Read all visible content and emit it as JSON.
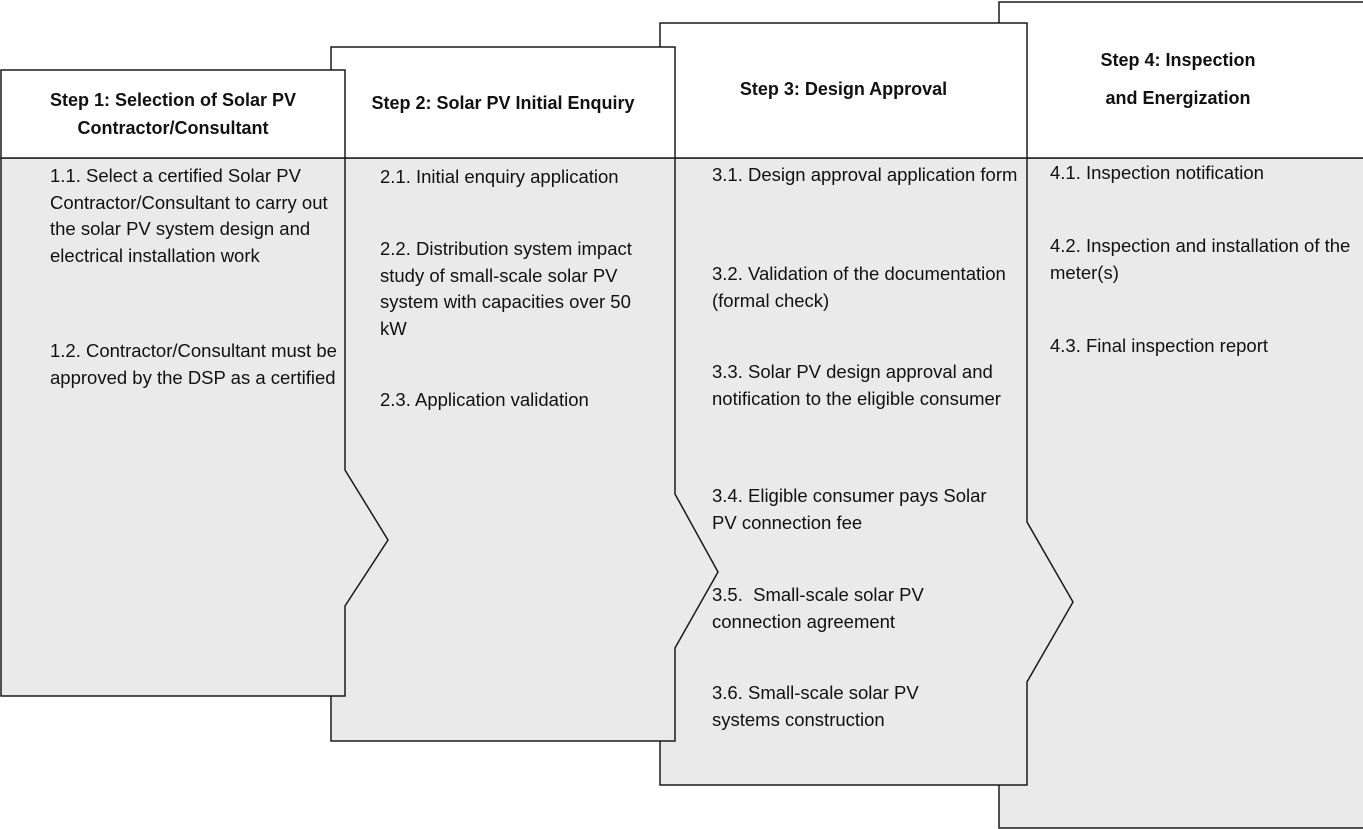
{
  "colors": {
    "body_fill": "#eaeaea",
    "header_fill": "#ffffff",
    "border": "#1a1a1a",
    "text": "#111111"
  },
  "steps": [
    {
      "title": "Step 1: Selection of Solar PV Contractor/Consultant",
      "items": [
        "1.1. Select a certified Solar PV Contractor/Consultant to carry out the solar PV system design and electrical installation work",
        "1.2. Contractor/Consultant must be approved by the DSP as a certified"
      ]
    },
    {
      "title": "Step 2: Solar PV Initial Enquiry",
      "items": [
        "2.1. Initial enquiry application",
        "2.2. Distribution system impact study of small-scale solar PV system with capacities over 50 kW",
        "2.3. Application validation"
      ]
    },
    {
      "title": "Step 3: Design Approval",
      "items": [
        "3.1. Design approval application form",
        "3.2. Validation of the documentation (formal check)",
        "3.3. Solar PV design approval and notification to the eligible consumer",
        "3.4. Eligible consumer pays Solar PV connection fee",
        "3.5.  Small-scale solar PV connection agreement",
        "3.6. Small-scale solar PV systems construction"
      ]
    },
    {
      "title_line1": "Step 4: Inspection",
      "title_line2": "and Energization",
      "items": [
        "4.1. Inspection notification",
        "4.2. Inspection and installation of the meter(s)",
        "4.3. Final inspection report"
      ]
    }
  ]
}
